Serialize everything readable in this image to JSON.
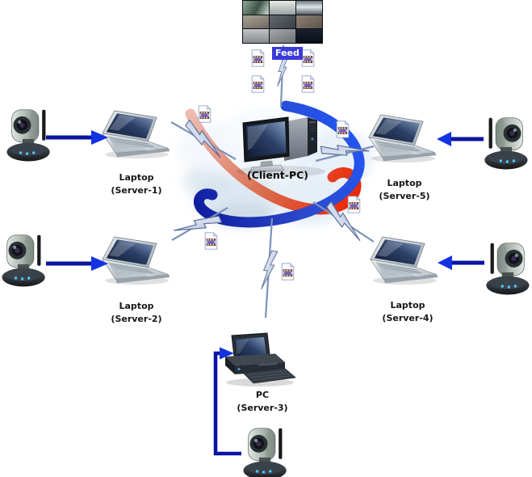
{
  "diagram": {
    "feed_label": "Feed",
    "client_pc_label": "(Client-PC)",
    "nodes": {
      "server1": {
        "line1": "Laptop",
        "line2": "(Server-1)"
      },
      "server2": {
        "line1": "Laptop",
        "line2": "(Server-2)"
      },
      "server3": {
        "line1": "PC",
        "line2": "(Server-3)"
      },
      "server4": {
        "line1": "Laptop",
        "line2": "(Server-4)"
      },
      "server5": {
        "line1": "Laptop",
        "line2": "(Server-5)"
      }
    }
  },
  "colors": {
    "arrow_blue": "#0a14a0",
    "arrow_head_blue": "#1433e0",
    "feed_bg": "#3a3ad8",
    "swirl_red": "#e82a06",
    "swirl_blue": "#1c3ad8",
    "label_text": "#161616"
  }
}
